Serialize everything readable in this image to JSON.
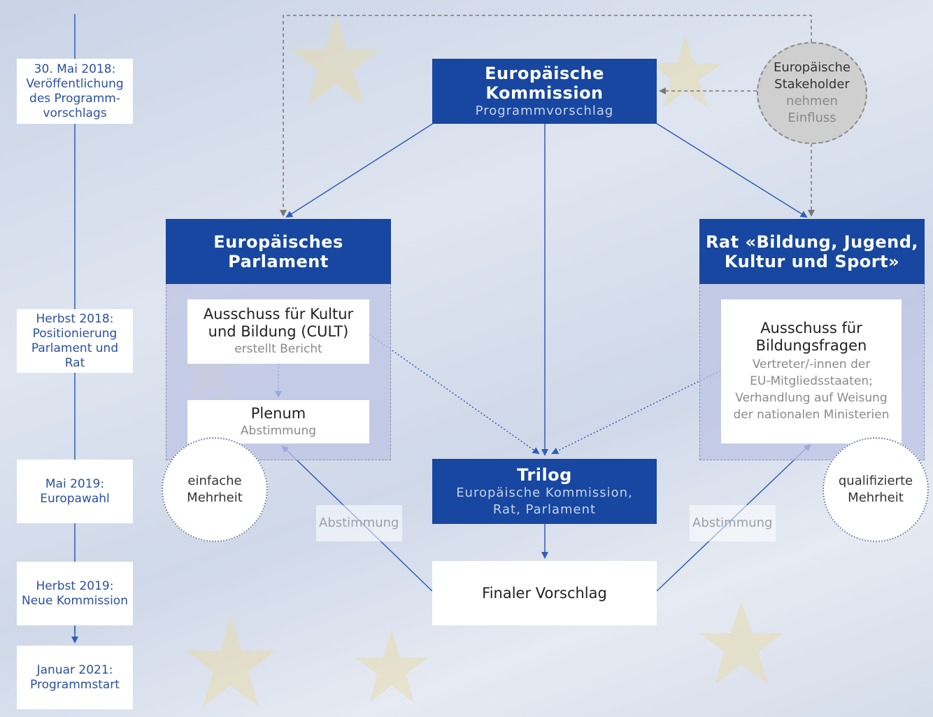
{
  "timeline": [
    {
      "id": "tl-mai-2018",
      "text": "30. Mai 2018:\nVeröffentlichung\ndes Programm-\nvorschlags"
    },
    {
      "id": "tl-herbst-2018",
      "text": "Herbst 2018:\nPositionierung\nParlament und\nRat"
    },
    {
      "id": "tl-mai-2019",
      "text": "Mai 2019:\nEuropawahl"
    },
    {
      "id": "tl-herbst-2019",
      "text": "Herbst 2019:\nNeue Kommission"
    },
    {
      "id": "tl-januar-2021",
      "text": "Januar 2021:\nProgrammstart"
    }
  ],
  "kommission": {
    "title": "Europäische Kommission",
    "subtitle": "Programmvorschlag"
  },
  "stakeholder": {
    "title": "Europäische\nStakeholder",
    "subtitle": "nehmen\nEinfluss"
  },
  "parlament": {
    "title": "Europäisches Parlament",
    "ausschuss_title": "Ausschuss für Kultur\nund Bildung (CULT)",
    "ausschuss_sub": "erstellt Bericht",
    "plenum_title": "Plenum",
    "plenum_sub": "Abstimmung",
    "mehrheit": "einfache\nMehrheit"
  },
  "rat": {
    "title": "Rat «Bildung, Jugend,\nKultur und Sport»",
    "ausschuss_title": "Ausschuss für\nBildungsfragen",
    "ausschuss_sub": "Vertreter/-innen der\nEU-Mitgliedsstaaten;\nVerhandlung auf Weisung\nder nationalen Ministerien",
    "mehrheit": "qualifizierte\nMehrheit"
  },
  "trilog": {
    "title": "Trilog",
    "subtitle": "Europäische Kommission,\nRat, Parlament"
  },
  "final": {
    "title": "Finaler Vorschlag"
  },
  "abstimmung_left": "Abstimmung",
  "abstimmung_right": "Abstimmung",
  "colors": {
    "blue": "#1747a0",
    "line": "#2f5db8",
    "timeline": "#2c4fa3"
  }
}
